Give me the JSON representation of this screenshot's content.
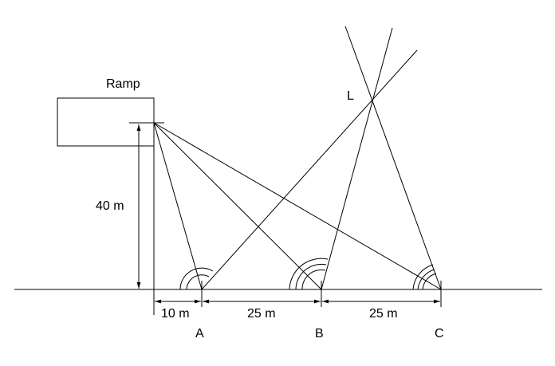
{
  "labels": {
    "ramp": "Ramp",
    "light": "L",
    "height": "40 m",
    "dist_1": "10 m",
    "dist_2": "25 m",
    "dist_3": "25 m",
    "point_a": "A",
    "point_b": "B",
    "point_c": "C"
  },
  "colors": {
    "ink": "#000000",
    "background": "#ffffff"
  }
}
